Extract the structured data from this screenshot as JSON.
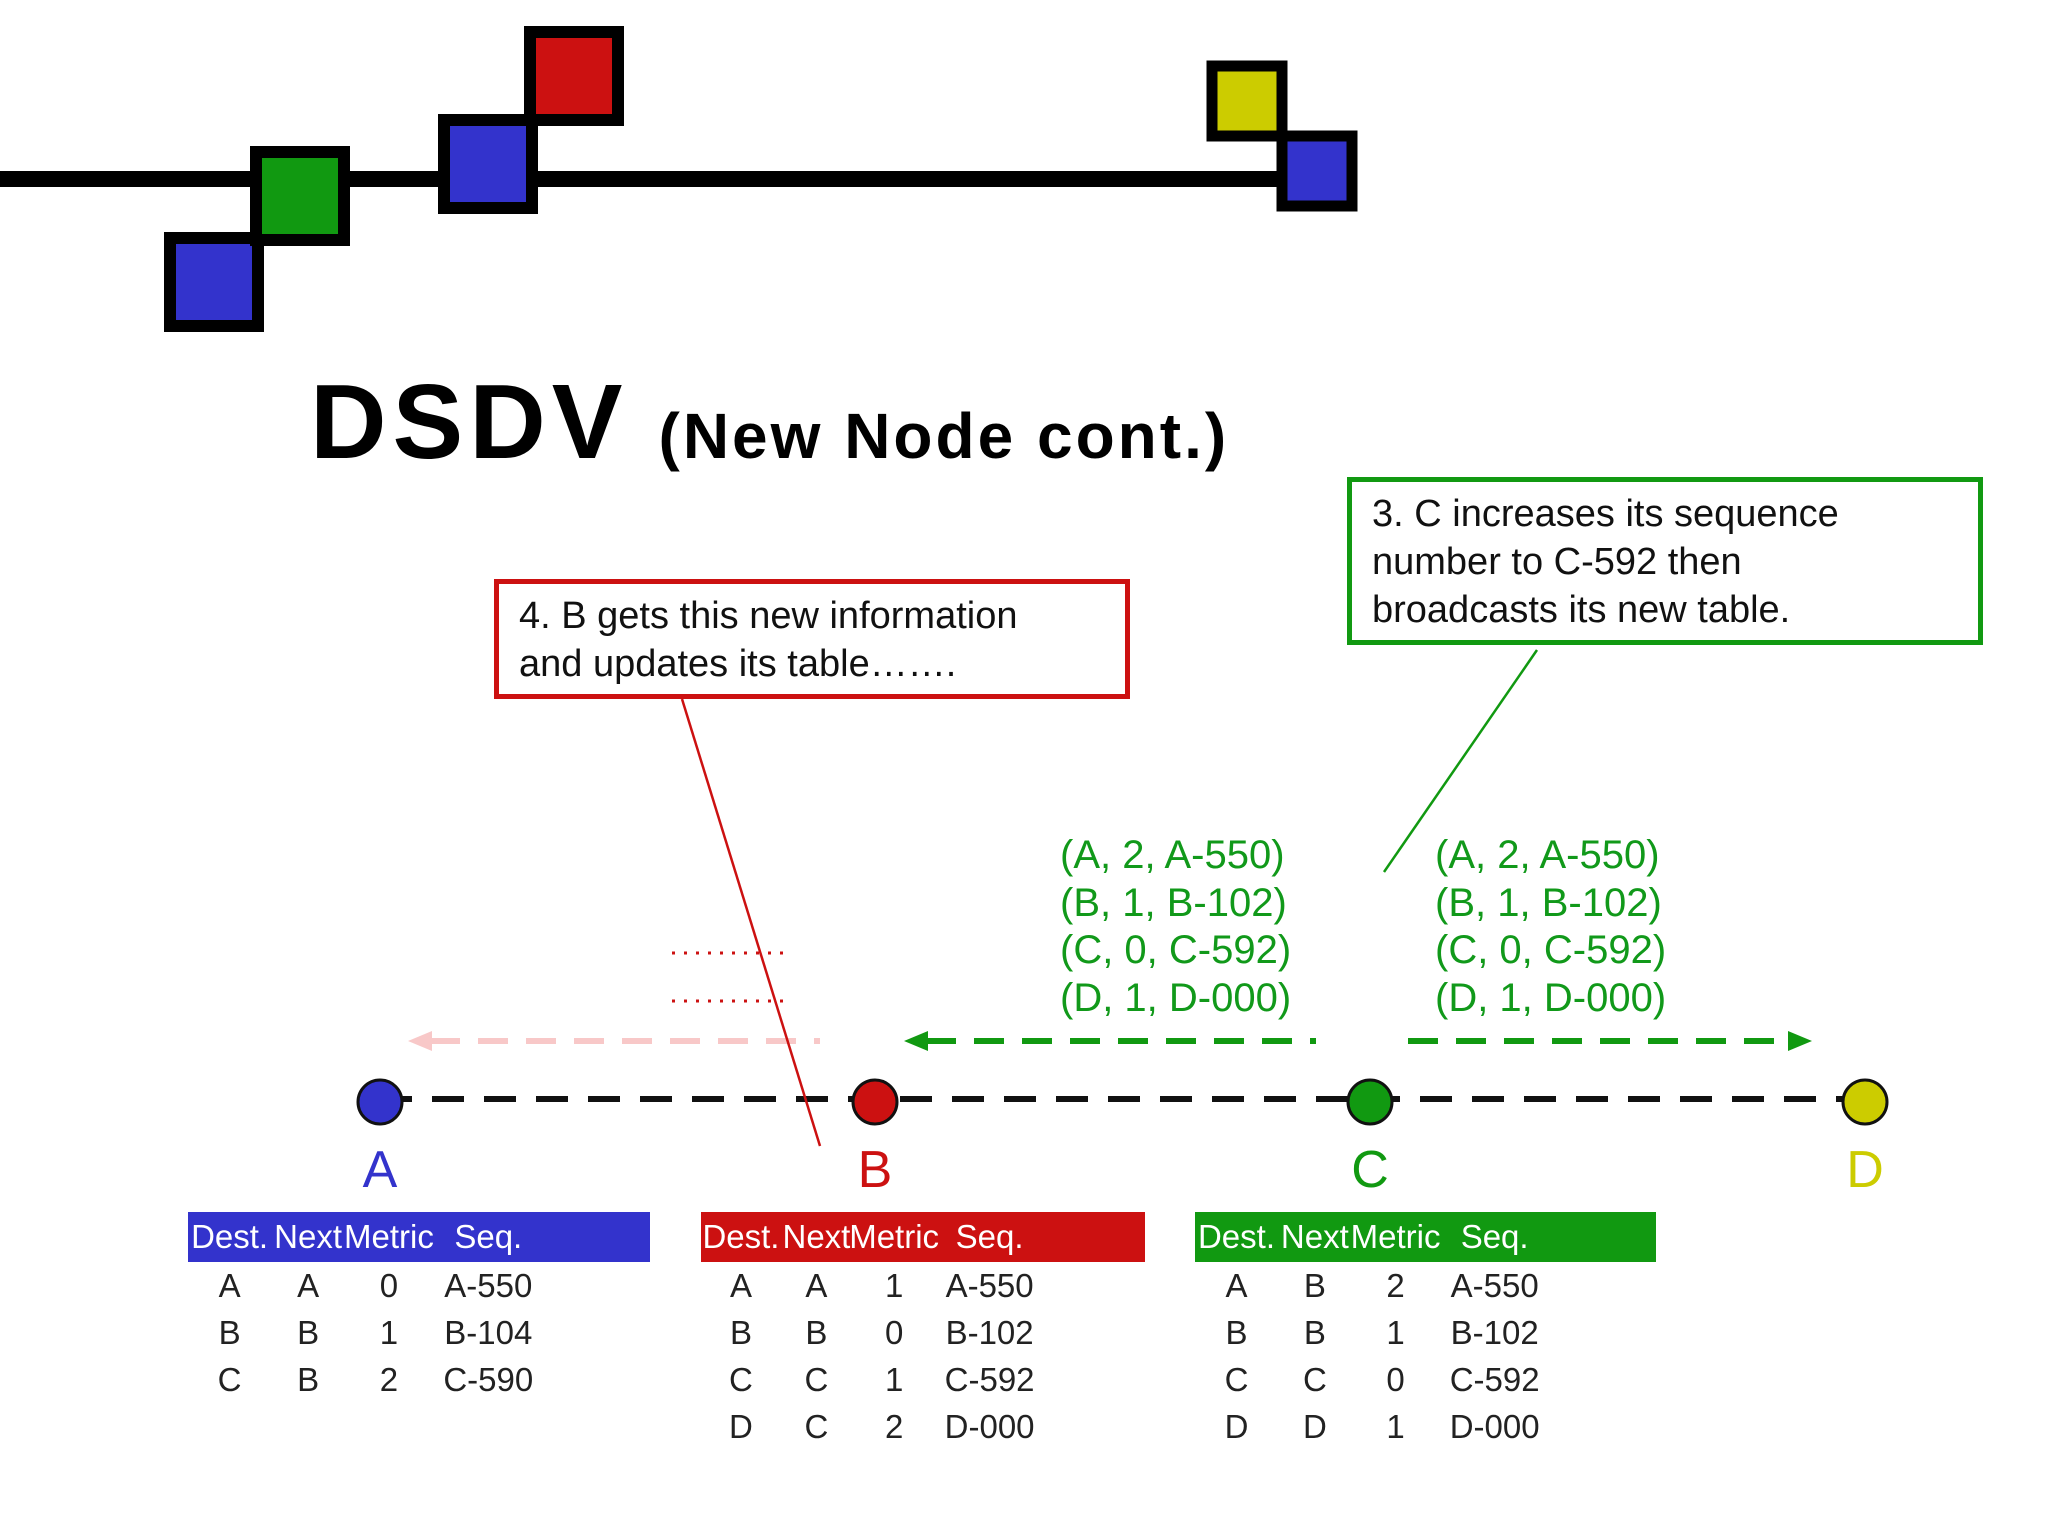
{
  "slide": {
    "title": "DSDV",
    "subtitle": "(New Node cont.)"
  },
  "colors": {
    "blue": "#3333cc",
    "red": "#cc1111",
    "green": "#119911",
    "yellow": "#cccc00",
    "pink": "#f8c8c8"
  },
  "callouts": {
    "step4": {
      "line1": "4. B gets this new information",
      "line2": "and updates its table……."
    },
    "step3": {
      "line1": "3. C increases its sequence",
      "line2": "number to C-592 then",
      "line3": "broadcasts its new table."
    }
  },
  "broadcast": {
    "left": [
      "(A, 2, A-550)",
      "(B, 1, B-102)",
      "(C, 0, C-592)",
      "(D, 1, D-000)"
    ],
    "right": [
      "(A, 2, A-550)",
      "(B, 1, B-102)",
      "(C, 0, C-592)",
      "(D, 1, D-000)"
    ]
  },
  "nodes": [
    {
      "label": "A",
      "color": "#3333cc"
    },
    {
      "label": "B",
      "color": "#cc1111"
    },
    {
      "label": "C",
      "color": "#119911"
    },
    {
      "label": "D",
      "color": "#cccc00"
    }
  ],
  "tables": [
    {
      "header": [
        "Dest.",
        "Next",
        "Metric",
        "Seq."
      ],
      "color": "#3333cc",
      "rows": [
        [
          "A",
          "A",
          "0",
          "A-550"
        ],
        [
          "B",
          "B",
          "1",
          "B-104"
        ],
        [
          "C",
          "B",
          "2",
          "C-590"
        ]
      ]
    },
    {
      "header": [
        "Dest.",
        "Next",
        "Metric",
        "Seq."
      ],
      "color": "#cc1111",
      "rows": [
        [
          "A",
          "A",
          "1",
          "A-550"
        ],
        [
          "B",
          "B",
          "0",
          "B-102"
        ],
        [
          "C",
          "C",
          "1",
          "C-592"
        ],
        [
          "D",
          "C",
          "2",
          "D-000"
        ]
      ]
    },
    {
      "header": [
        "Dest.",
        "Next",
        "Metric",
        "Seq."
      ],
      "color": "#119911",
      "rows": [
        [
          "A",
          "B",
          "2",
          "A-550"
        ],
        [
          "B",
          "B",
          "1",
          "B-102"
        ],
        [
          "C",
          "C",
          "0",
          "C-592"
        ],
        [
          "D",
          "D",
          "1",
          "D-000"
        ]
      ]
    }
  ]
}
